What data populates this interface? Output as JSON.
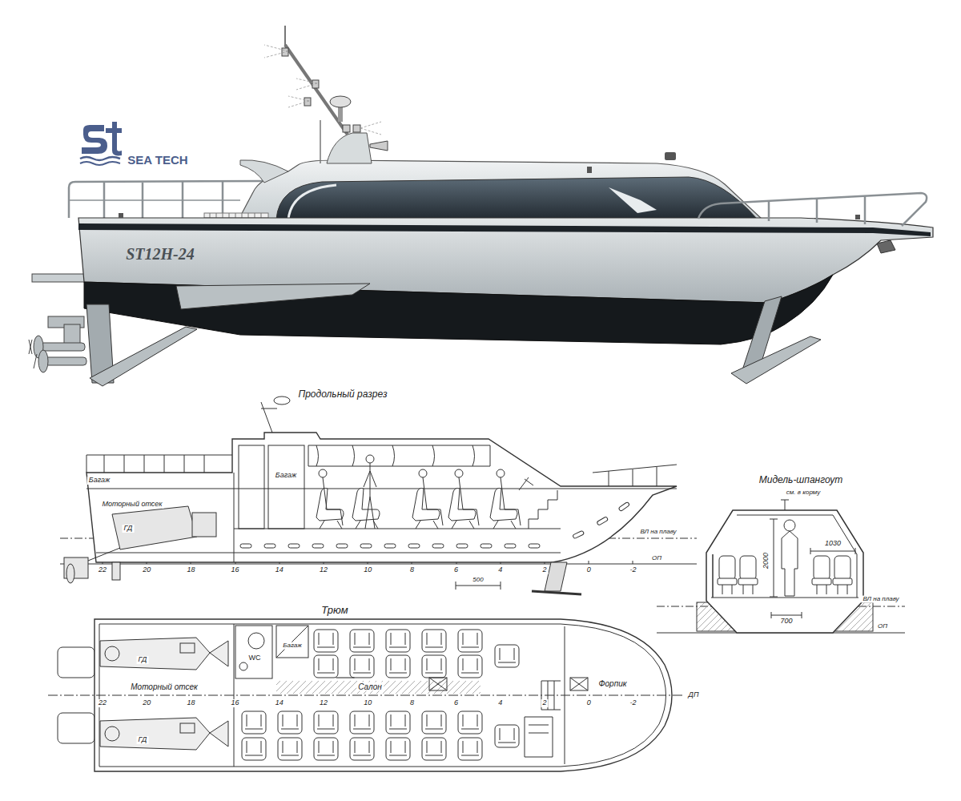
{
  "diagram": {
    "labels": [
      "SEA TECH",
      "ST12H-24",
      "Продольный разрез",
      "Багаж",
      "Моторный отсек",
      "ГД",
      "Багаж",
      "22",
      "20",
      "18",
      "16",
      "14",
      "12",
      "10",
      "8",
      "6",
      "4",
      "2",
      "0",
      "-2",
      "500",
      "ВЛ на плаву",
      "ОП",
      "Мидель-шпангоут",
      "см. в корму",
      "2000",
      "1030",
      "700",
      "ВЛ на плаву",
      "ОП",
      "Трюм",
      "ГД",
      "Моторный отсек",
      "ГД",
      "WC",
      "Багаж",
      "Салон",
      "Форпик",
      "ДП",
      "22",
      "20",
      "18",
      "16",
      "14",
      "12",
      "10",
      "8",
      "6",
      "4",
      "2",
      "0",
      "-2"
    ]
  }
}
